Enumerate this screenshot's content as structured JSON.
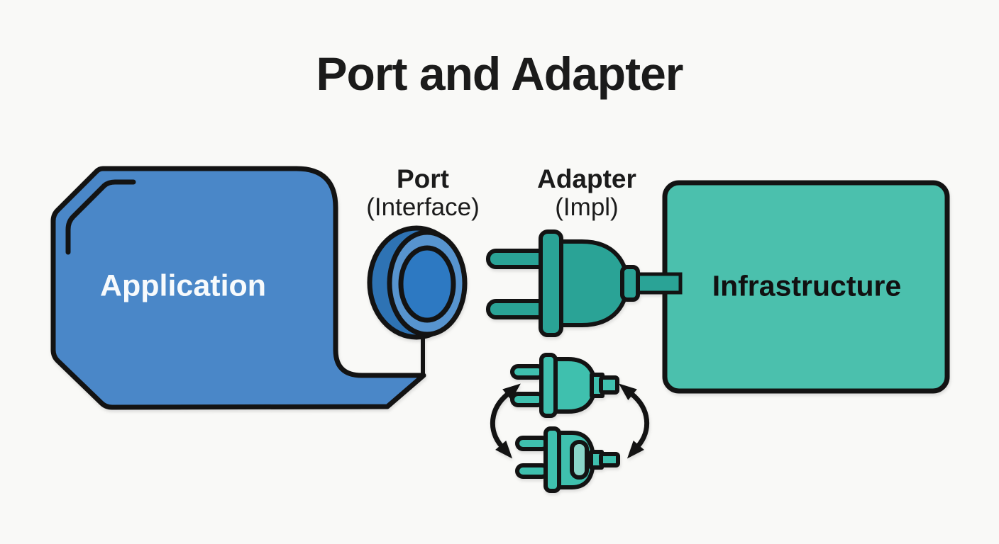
{
  "title": "Port and Adapter",
  "application": {
    "label": "Application"
  },
  "port": {
    "label": "Port",
    "sublabel": "(Interface)"
  },
  "adapter": {
    "label": "Adapter",
    "sublabel": "(Impl)"
  },
  "infrastructure": {
    "label": "Infrastructure"
  },
  "colors": {
    "background": "#f9f9f7",
    "application_blue": "#4a87c8",
    "port_outer_blue": "#2e73b4",
    "port_ring_blue": "#5794cf",
    "port_inner_blue": "#2d79c2",
    "adapter_teal": "#2aa396",
    "infrastructure_teal": "#4bc0ad",
    "small_plug_teal": "#3fc0ae",
    "plug_slot_teal": "#8ad6c9",
    "outline_black": "#131313",
    "title_text": "#1b1b1b",
    "application_text": "#f7fafc"
  }
}
